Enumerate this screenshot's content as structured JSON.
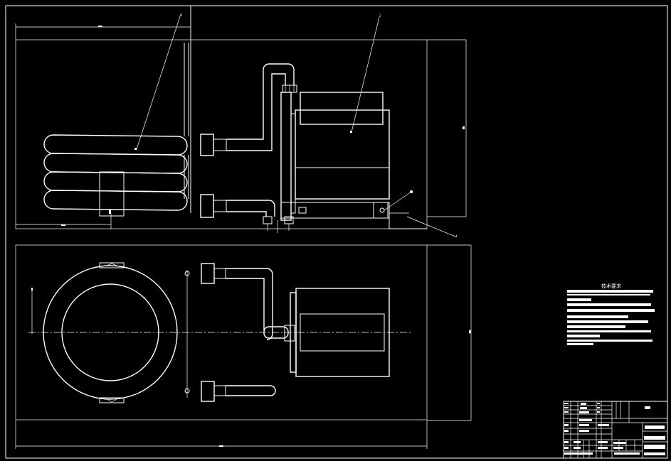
{
  "technical_requirements": {
    "heading": "技术要求"
  },
  "leader_labels": {
    "coil": "1",
    "motor": "2",
    "base": "3",
    "corner": "4"
  },
  "colors": {
    "background": "#000000",
    "line": "#ffffff"
  }
}
